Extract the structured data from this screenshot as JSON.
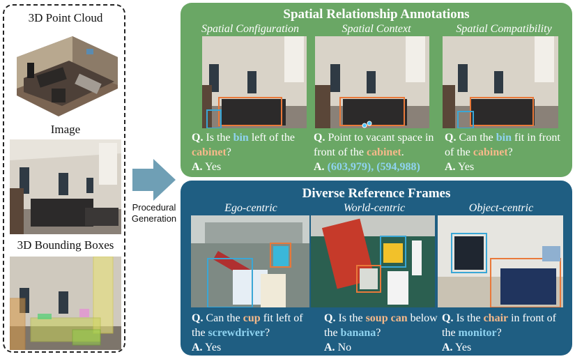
{
  "left": {
    "point_cloud_label": "3D Point Cloud",
    "image_label": "Image",
    "bbox_label": "3D Bounding Boxes"
  },
  "arrow": {
    "line1": "Procedural",
    "line2": "Generation"
  },
  "top_panel": {
    "title": "Spatial Relationship Annotations",
    "columns": [
      {
        "heading": "Spatial Configuration",
        "q_prefix": "Q.",
        "q_parts": [
          "Is the ",
          "bin",
          " left of the ",
          "cabinet",
          "?"
        ],
        "a_prefix": "A.",
        "answer": "Yes"
      },
      {
        "heading": "Spatial Context",
        "q_prefix": "Q.",
        "q_parts": [
          "Point to vacant space in front of the ",
          "cabinet",
          "."
        ],
        "a_prefix": "A.",
        "answer": "(603,979), (594,988)"
      },
      {
        "heading": "Spatial Compatibility",
        "q_prefix": "Q.",
        "q_parts": [
          "Can the ",
          "bin",
          " fit in front of the ",
          "cabinet",
          "?"
        ],
        "a_prefix": "A.",
        "answer": "Yes"
      }
    ]
  },
  "bottom_panel": {
    "title": "Diverse Reference Frames",
    "columns": [
      {
        "heading": "Ego-centric",
        "q_prefix": "Q.",
        "q_parts": [
          "Can the ",
          "cup",
          " fit left of the ",
          "screwdriver",
          "?"
        ],
        "a_prefix": "A.",
        "answer": "Yes"
      },
      {
        "heading": "World-centric",
        "q_prefix": "Q.",
        "q_parts": [
          "Is the ",
          "soup can",
          " below the ",
          "banana",
          "?"
        ],
        "a_prefix": "A.",
        "answer": "No"
      },
      {
        "heading": "Object-centric",
        "q_prefix": "Q.",
        "q_parts": [
          "Is the ",
          "chair",
          " in front of the ",
          "monitor",
          "?"
        ],
        "a_prefix": "A.",
        "answer": "Yes"
      }
    ]
  },
  "colors": {
    "green_panel": "#6aa765",
    "blue_panel": "#1f5e82",
    "highlight_blue": "#8fd3f0",
    "highlight_orange": "#f6b98a",
    "box_orange": "#e9793a",
    "box_blue": "#3aa7d6",
    "arrow": "#6f9fb5"
  }
}
